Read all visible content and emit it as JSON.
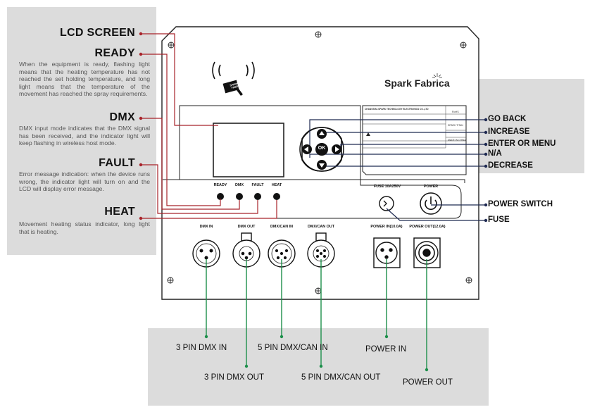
{
  "left_callouts": {
    "lcd_screen": "LCD SCREEN",
    "ready": "READY",
    "ready_desc": "When the equipment is ready, flashing light means that the heating temperature has not reached the set holding temperature, and long light means that the temperature of the movement has reached the spray requirements.",
    "dmx": "DMX",
    "dmx_desc": "DMX input mode indicates that the DMX signal has been received, and the indicator light will keep flashing in wireless host mode.",
    "fault": "FAULT",
    "fault_desc": "Error message indication: when the device runs wrong, the indicator light will turn on and the LCD will display error message.",
    "heat": "HEAT",
    "heat_desc": "Movement heating status indicator, long light that is heating."
  },
  "right_callouts": {
    "go_back": "GO BACK",
    "increase": "INCREASE",
    "enter_or_menu": "ENTER OR MENU",
    "na": "N/A",
    "decrease": "DECREASE",
    "power_switch": "POWER SWITCH",
    "fuse": "FUSE"
  },
  "bottom_callouts": {
    "pin3_in": "3 PIN DMX IN",
    "pin3_out": "3 PIN DMX OUT",
    "pin5_in": "5 PIN DMX/CAN IN",
    "pin5_out": "5 PIN DMX/CAN OUT",
    "power_in": "POWER IN",
    "power_out": "POWER OUT"
  },
  "device": {
    "brand": "Spark Fabrica",
    "nfc_tag": "SPARK\nFABR",
    "ok_button": "OK",
    "indicators": [
      "READY",
      "DMX",
      "FAULT",
      "HEAT"
    ],
    "fuse_label": "FUSE 10A250V",
    "power_label": "POWER",
    "port_labels": [
      "DMX IN",
      "DMX OUT",
      "DMX/CAN IN",
      "DMX/CAN OUT"
    ],
    "power_in_label": "POWER IN(10.0A)",
    "power_out_label": "POWER OUT(12.0A)",
    "info_plate": {
      "company": "CHANGSHA SPARK TECHNOLOGY ELECTRONICS CO.,LTD",
      "rohs": "RoHS",
      "model": "SPARK TITAN",
      "made_in": "MADE IN CHINA"
    }
  },
  "colors": {
    "callout_line": "#a8232a",
    "navy_line": "#1f2a52",
    "green_line": "#1c8f4a",
    "panel_gray": "#dcdcdc",
    "device_stroke": "#222222"
  }
}
